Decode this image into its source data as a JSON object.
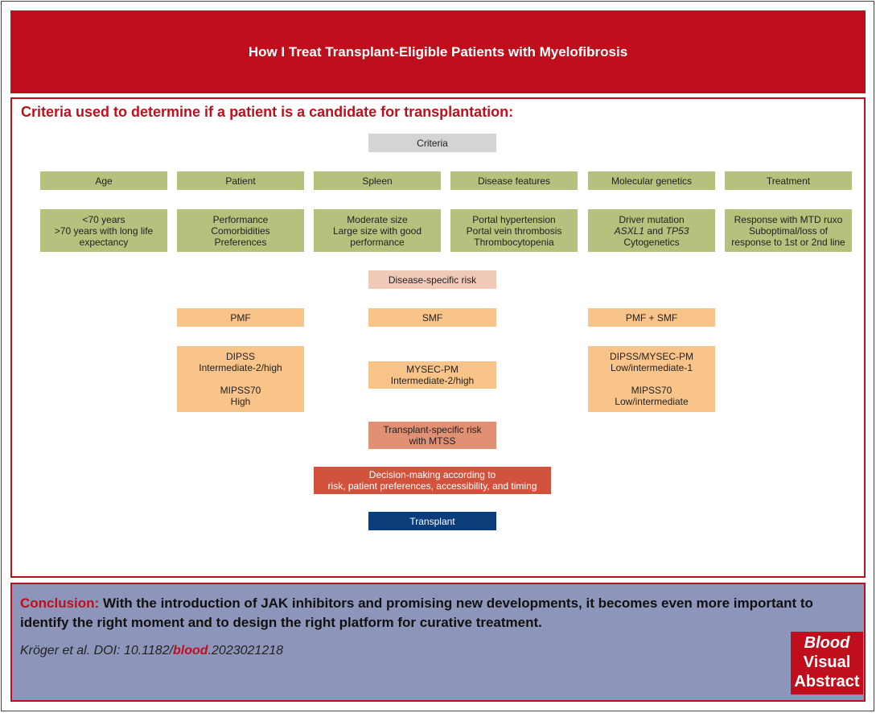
{
  "header": {
    "title": "How I Treat Transplant-Eligible Patients with Myelofibrosis"
  },
  "criteria_section": {
    "heading": "Criteria used to determine if a patient is a candidate for transplantation:",
    "criteria_label": "Criteria",
    "categories": [
      {
        "title": "Age",
        "lines": [
          "<70 years",
          ">70 years with long life",
          "expectancy"
        ]
      },
      {
        "title": "Patient",
        "lines": [
          "Performance",
          "Comorbidities",
          "Preferences"
        ]
      },
      {
        "title": "Spleen",
        "lines": [
          "Moderate size",
          "Large size with good",
          "performance"
        ]
      },
      {
        "title": "Disease features",
        "lines": [
          "Portal hypertension",
          "Portal vein thrombosis",
          "Thrombocytopenia"
        ]
      },
      {
        "title": "Molecular genetics",
        "lines": [
          "Driver mutation",
          "ASXL1 and TP53",
          "Cytogenetics"
        ]
      },
      {
        "title": "Treatment",
        "lines": [
          "Response with MTD ruxo",
          "Suboptimal/loss of",
          "response to 1st or 2nd line"
        ]
      }
    ],
    "disease_risk_label": "Disease-specific risk",
    "pmf": {
      "label": "PMF",
      "lines": [
        "DIPSS",
        "Intermediate-2/high",
        "",
        "MIPSS70",
        "High"
      ]
    },
    "smf": {
      "label": "SMF",
      "lines": [
        "MYSEC-PM",
        "Intermediate-2/high"
      ]
    },
    "pmf_smf": {
      "label": "PMF + SMF",
      "lines": [
        "DIPSS/MYSEC-PM",
        "Low/intermediate-1",
        "",
        "MIPSS70",
        "Low/intermediate"
      ]
    },
    "transplant_risk_lines": [
      "Transplant-specific risk",
      "with MTSS"
    ],
    "decision_lines": [
      "Decision-making according to",
      "risk, patient preferences, accessibility, and timing"
    ],
    "transplant_label": "Transplant"
  },
  "conclusion": {
    "label": "Conclusion:",
    "text": "With the introduction of JAK inhibitors and promising new developments, it becomes even more important to identify the right moment and to design the right platform for curative treatment."
  },
  "citation": {
    "prefix": "Kröger et al. DOI: 10.1182/",
    "journal": "blood",
    "suffix": ".2023021218"
  },
  "logo": {
    "line1": "Blood",
    "line2": "Visual",
    "line3": "Abstract"
  },
  "colors": {
    "brand_red": "#c00f1c",
    "criteria_gray": "#d6d3d7",
    "category_green": "#b5c27e",
    "risk_peach": "#f9c48a",
    "disease_pink": "#f1c9b8",
    "transplant_risk_salmon": "#e29074",
    "decision_red": "#d2533d",
    "transplant_navy": "#0c3d7b",
    "conclusion_blue": "#8d95bb"
  }
}
